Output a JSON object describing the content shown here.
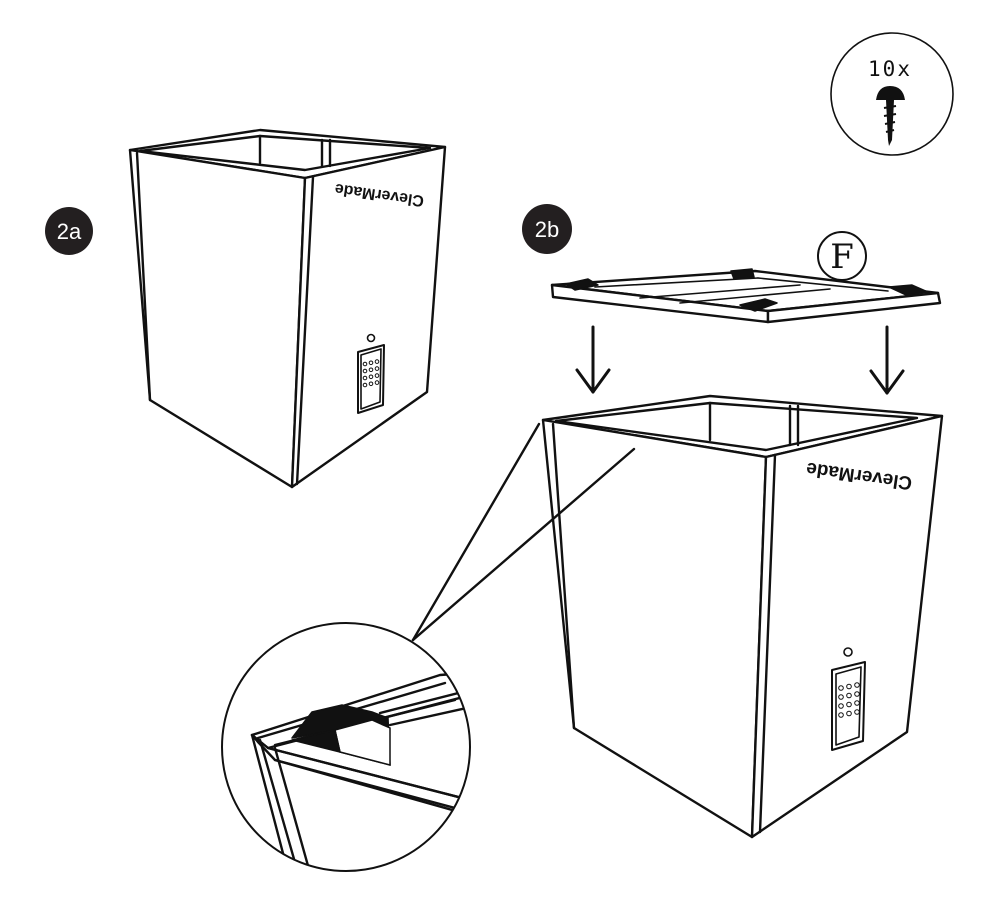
{
  "steps": {
    "step_a": "2a",
    "step_b": "2b"
  },
  "hardware": {
    "quantity": "10x",
    "icon": "screw-icon"
  },
  "part": {
    "label": "F"
  },
  "brand": {
    "name": "CleverMade"
  },
  "colors": {
    "line": "#111111",
    "badge": "#231f20",
    "background": "#ffffff"
  }
}
